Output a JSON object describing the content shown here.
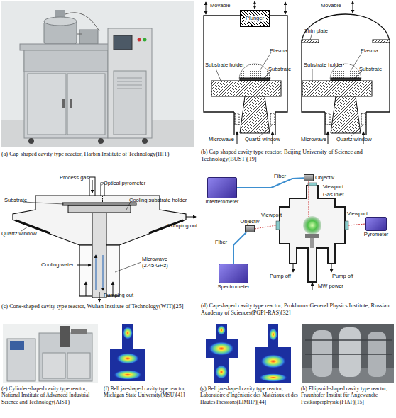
{
  "diagram": {
    "nodes": [
      {
        "text": [
          "Plunger"
        ]
      },
      {
        "text": [
          "Interferometer"
        ]
      },
      {
        "text": [
          "Objectiv"
        ]
      },
      {
        "text": [
          "Pyrometer"
        ]
      },
      {
        "text": [
          "Objectiv"
        ]
      },
      {
        "text": [
          "Spectrometer"
        ]
      }
    ],
    "edges": [
      {
        "from": 1,
        "to": 2,
        "arrow": "none",
        "label": "Fiber"
      },
      {
        "from": 5,
        "to": 4,
        "arrow": "none",
        "label": "Fiber"
      }
    ],
    "labels": [
      "Movable",
      "Plasma",
      "Substrate holder",
      "Substrate",
      "Microwave",
      "Quartz window",
      "Movable",
      "Thin plate",
      "Plasma",
      "Substrate holder",
      "Substrate",
      "Microwave",
      "Quartz window",
      "(a) Cap-shaped cavity type reactor, Harbin Institute of Technology(HIT)",
      "(b) Cap-shaped cavity type reactor, Beijing University of Science and Technology(BUST)[19]",
      "Process gas",
      "Optical pyrometer",
      "Substrate",
      "Cooling substrate holder",
      "Quartz window",
      "Pumping out",
      "Microwave (2.45 GHz)",
      "Cooling water",
      "Pumping out",
      "Viewport",
      "Gas inlet",
      "Viewport",
      "Viewport",
      "Pump off",
      "Pump off",
      "MW power",
      "(c) Cone-shaped cavity type reactor, Wuhan Institute of Technology(WIT)[25]",
      "(d) Cap-shaped cavity type reactor, Prokhorov General Physics Institute, Russian Academy of Sciences(PGPI-RAS)[32]",
      "(e) Cylinder-shaped cavity type reactor, National Institute of Advanced Industrial Science and Technology(AIST)",
      "(f) Bell jar-shaped cavity type reactor, Michigan State University(MSU)[41]",
      "(g) Bell jar-shaped cavity type reactor, Laboratoire d'Ingénierie des Matériaux et des Hautes Pressions(LIMHP)[44]",
      "(h) Ellipsoid-shaped cavity type reactor, Fraunhofer-Institut für Angewandte Festkörperphysik (FIAF)[15]"
    ]
  }
}
